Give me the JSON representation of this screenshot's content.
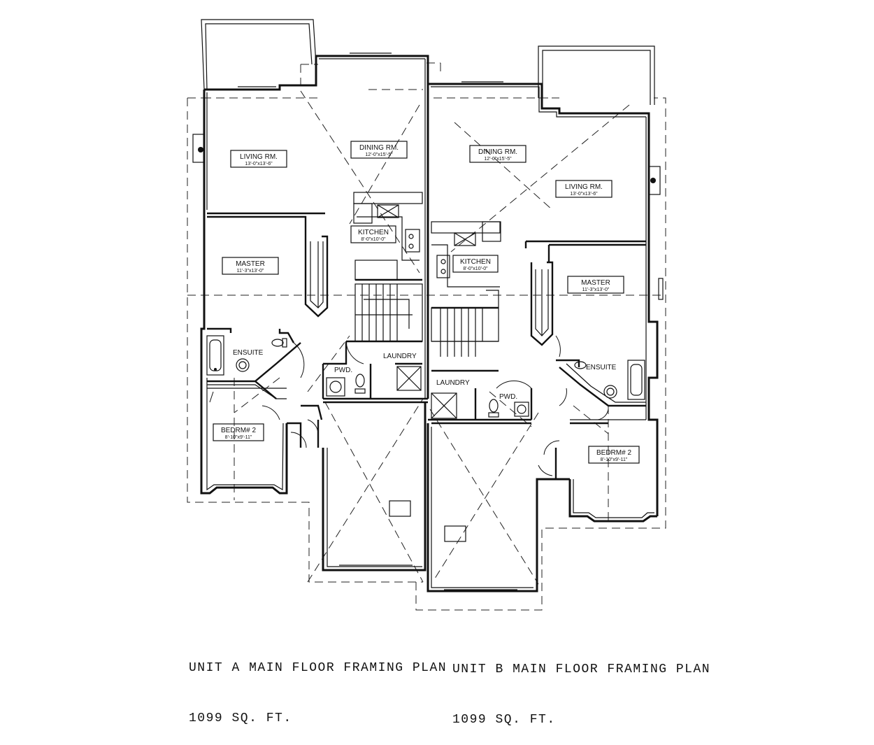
{
  "unit_a": {
    "rooms": {
      "living": {
        "name": "LIVING RM.",
        "size": "13'-0\"x13'-6\""
      },
      "dining": {
        "name": "DINING RM.",
        "size": "12'-0\"x15'-5\""
      },
      "kitchen": {
        "name": "KITCHEN",
        "size": "8'-0\"x10'-0\""
      },
      "master": {
        "name": "MASTER",
        "size": "11'-3\"x13'-0\""
      },
      "ensuite": {
        "name": "ENSUITE"
      },
      "pwd": {
        "name": "PWD."
      },
      "laundry": {
        "name": "LAUNDRY"
      },
      "bedroom2": {
        "name": "BEDRM# 2",
        "size": "8'-10\"x9'-11\""
      }
    },
    "caption": {
      "title": "UNIT A MAIN FLOOR FRAMING PLAN",
      "area": "1099 SQ. FT."
    }
  },
  "unit_b": {
    "rooms": {
      "living": {
        "name": "LIVING RM.",
        "size": "13'-0\"x13'-6\""
      },
      "dining": {
        "name": "DINING RM.",
        "size": "12'-0\"x15'-5\""
      },
      "kitchen": {
        "name": "KITCHEN",
        "size": "8'-0\"x10'-0\""
      },
      "master": {
        "name": "MASTER",
        "size": "11'-3\"x13'-0\""
      },
      "ensuite": {
        "name": "ENSUITE"
      },
      "pwd": {
        "name": "PWD."
      },
      "laundry": {
        "name": "LAUNDRY"
      },
      "bedroom2": {
        "name": "BEDRM# 2",
        "size": "8'-10\"x9'-11\""
      }
    },
    "caption": {
      "title": "UNIT B MAIN FLOOR FRAMING PLAN",
      "area": "1099 SQ. FT."
    }
  }
}
